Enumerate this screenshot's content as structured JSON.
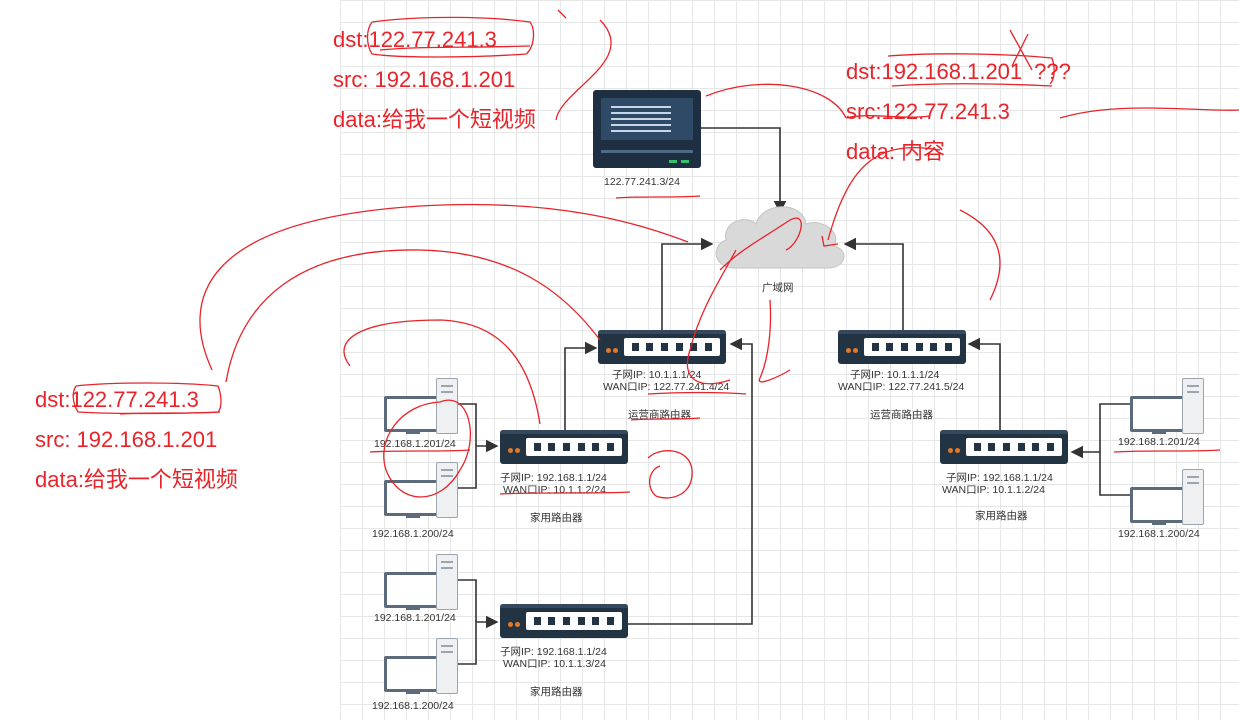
{
  "notes": {
    "left_top": {
      "dst": "dst:122.77.241.3",
      "src": "src: 192.168.1.201",
      "data": "data:给我一个短视频"
    },
    "left_mid": {
      "dst": "dst:122.77.241.3",
      "src": "src: 192.168.1.201",
      "data": "data:给我一个短视频"
    },
    "right_top": {
      "dst": "dst:192.168.1.201",
      "q": "???",
      "src": "src:122.77.241.3",
      "data": "data: 内容"
    }
  },
  "server": {
    "ip": "122.77.241.3/24"
  },
  "cloud": {
    "label": "广域网"
  },
  "isp_left": {
    "subnet": "子网IP:   10.1.1.1/24",
    "wan": "WAN口IP:  122.77.241.4/24",
    "name": "运营商路由器"
  },
  "isp_right": {
    "subnet": "子网IP:   10.1.1.1/24",
    "wan": "WAN口IP:  122.77.241.5/24",
    "name": "运营商路由器"
  },
  "home_left_1": {
    "subnet": "子网IP:   192.168.1.1/24",
    "wan": "WAN口IP:  10.1.1.2/24",
    "name": "家用路由器"
  },
  "home_left_2": {
    "subnet": "子网IP:   192.168.1.1/24",
    "wan": "WAN口IP:  10.1.1.3/24",
    "name": "家用路由器"
  },
  "home_right": {
    "subnet": "子网IP:   192.168.1.1/24",
    "wan": "WAN口IP:  10.1.1.2/24",
    "name": "家用路由器"
  },
  "pcs": {
    "l1a": "192.168.1.201/24",
    "l1b": "192.168.1.200/24",
    "l2a": "192.168.1.201/24",
    "l2b": "192.168.1.200/24",
    "ra": "192.168.1.201/24",
    "rb": "192.168.1.200/24"
  }
}
